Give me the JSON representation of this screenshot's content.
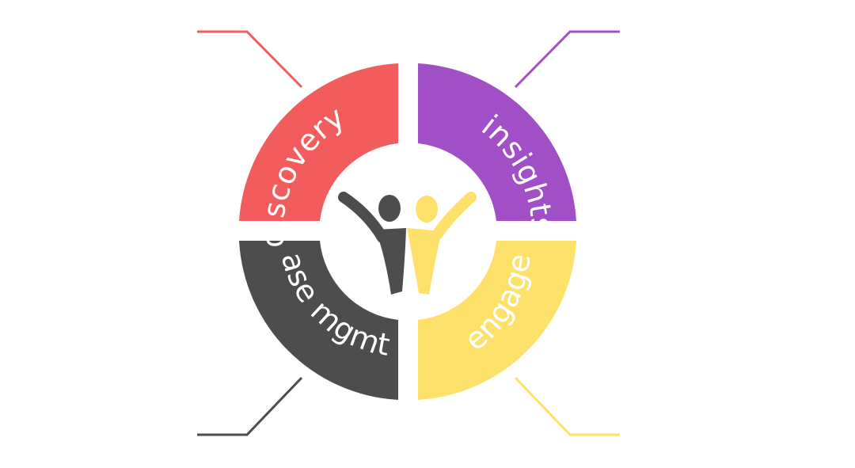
{
  "segments": [
    {
      "id": "discovery",
      "label": "discovery",
      "color": "#F25C5C"
    },
    {
      "id": "insights",
      "label": "insights",
      "color": "#A04FC6"
    },
    {
      "id": "engage",
      "label": "engage",
      "color": "#FEE16A"
    },
    {
      "id": "case-mgmt",
      "label": "case mgmt.",
      "color": "#4D4D4D"
    }
  ],
  "logo": {
    "figure_left_color": "#4D4D4D",
    "figure_right_color": "#FEE16A"
  }
}
